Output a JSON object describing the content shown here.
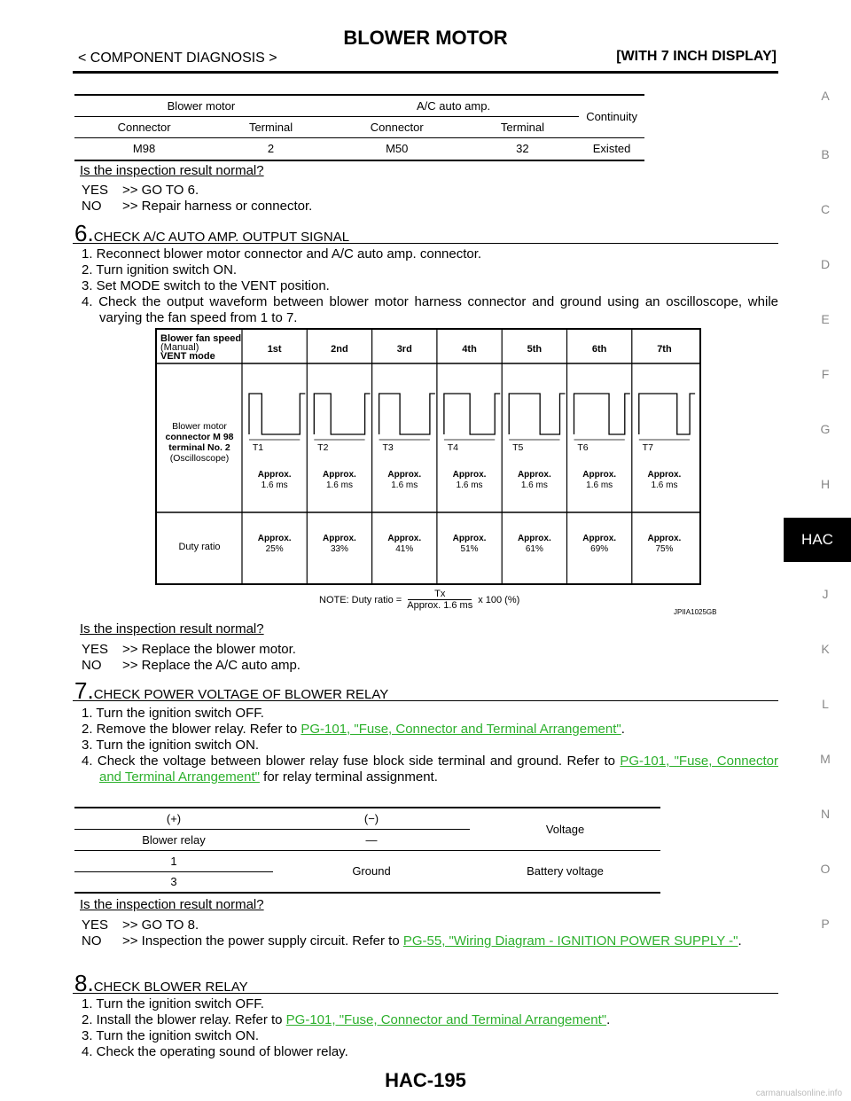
{
  "header": {
    "title": "BLOWER MOTOR",
    "section": "< COMPONENT DIAGNOSIS >",
    "variant": "[WITH 7 INCH DISPLAY]"
  },
  "side_index": [
    "A",
    "B",
    "C",
    "D",
    "E",
    "F",
    "G",
    "H",
    "HAC",
    "J",
    "K",
    "L",
    "M",
    "N",
    "O",
    "P"
  ],
  "side_active": "HAC",
  "table1": {
    "h1": [
      "Blower motor",
      "A/C auto amp.",
      "Continuity"
    ],
    "h2": [
      "Connector",
      "Terminal",
      "Connector",
      "Terminal"
    ],
    "row": [
      "M98",
      "2",
      "M50",
      "32",
      "Existed"
    ]
  },
  "q1": "Is the inspection result normal?",
  "a1": {
    "yes_key": "YES",
    "yes": ">> GO TO 6.",
    "no_key": "NO",
    "no": ">> Repair harness or connector."
  },
  "step6": {
    "num": "6.",
    "title": "CHECK A/C AUTO AMP. OUTPUT SIGNAL",
    "items": [
      "1. Reconnect blower motor connector and A/C auto amp. connector.",
      "2. Turn ignition switch ON.",
      "3. Set MODE switch to the VENT position.",
      "4. Check the output waveform between blower motor harness connector and ground using an oscilloscope, while varying the fan speed from 1 to 7."
    ]
  },
  "figure": {
    "head_label": [
      "Blower fan speed",
      "(Manual)",
      "VENT mode"
    ],
    "speeds": [
      "1st",
      "2nd",
      "3rd",
      "4th",
      "5th",
      "6th",
      "7th"
    ],
    "row_label": [
      "Blower motor",
      "connector M 98",
      "terminal No. 2",
      "(Oscilloscope)"
    ],
    "periods": [
      "T1",
      "T2",
      "T3",
      "T4",
      "T5",
      "T6",
      "T7"
    ],
    "approx": "Approx.",
    "period_value": "1.6 ms",
    "duty_label": "Duty ratio",
    "duty": [
      "25%",
      "33%",
      "41%",
      "51%",
      "61%",
      "69%",
      "75%"
    ],
    "note_prefix": "NOTE: Duty ratio =",
    "note_num": "Tx",
    "note_den": "Approx. 1.6 ms",
    "note_suffix": "x 100 (%)",
    "code": "JPIIA1025GB"
  },
  "q2": "Is the inspection result normal?",
  "a2": {
    "yes_key": "YES",
    "yes": ">> Replace the blower motor.",
    "no_key": "NO",
    "no": ">> Replace the A/C auto amp."
  },
  "step7": {
    "num": "7.",
    "title": "CHECK POWER VOLTAGE OF BLOWER RELAY",
    "i1": "1. Turn the ignition switch OFF.",
    "i2_pre": "2. Remove the blower relay. Refer to ",
    "i2_link": "PG-101, \"Fuse, Connector and Terminal Arrangement\"",
    "i2_post": ".",
    "i3": "3. Turn the ignition switch ON.",
    "i4_pre": "4. Check the voltage between blower relay fuse block side terminal and ground. Refer to ",
    "i4_link": "PG-101, \"Fuse, Connector and Terminal Arrangement\"",
    "i4_post": " for relay terminal assignment."
  },
  "table2": {
    "h1": [
      "(+)",
      "(−)",
      "Voltage"
    ],
    "h2": [
      "Blower relay",
      "—"
    ],
    "r1": "1",
    "r2": "3",
    "ground": "Ground",
    "volt": "Battery voltage"
  },
  "q3": "Is the inspection result normal?",
  "a3": {
    "yes_key": "YES",
    "yes": ">> GO TO 8.",
    "no_key": "NO",
    "no_pre": ">> Inspection the power supply circuit. Refer to ",
    "no_link": "PG-55, \"Wiring Diagram - IGNITION POWER SUPPLY -\"",
    "no_post": "."
  },
  "step8": {
    "num": "8.",
    "title": "CHECK BLOWER RELAY",
    "i1": "1. Turn the ignition switch OFF.",
    "i2_pre": "2. Install the blower relay. Refer to ",
    "i2_link": "PG-101, \"Fuse, Connector and Terminal Arrangement\"",
    "i2_post": ".",
    "i3": "3. Turn the ignition switch ON.",
    "i4": "4. Check the operating sound of blower relay."
  },
  "footer": {
    "page": "HAC-195"
  },
  "watermark": "carmanualsonline.info"
}
